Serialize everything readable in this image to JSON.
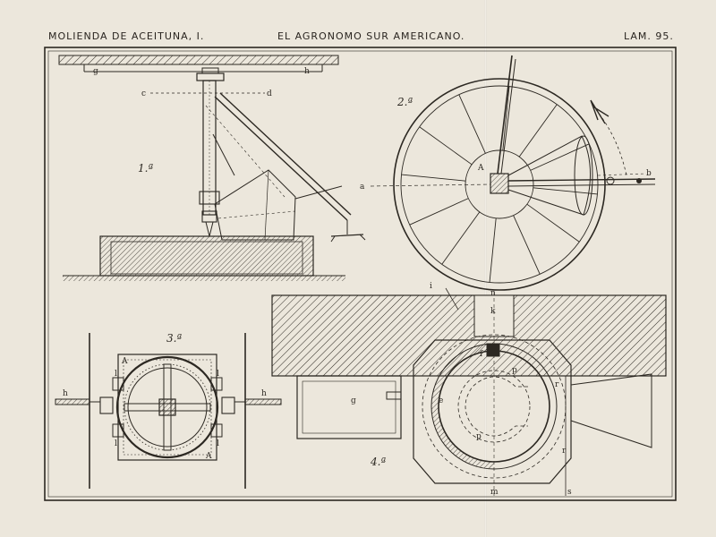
{
  "header": {
    "left": "MOLIENDA DE ACEITUNA, I.",
    "center": "EL AGRONOMO SUR AMERICANO.",
    "right": "LAM. 95."
  },
  "figures": {
    "fig1": {
      "number": "1.ª",
      "labels": {
        "g": "g",
        "h": "h",
        "c": "c",
        "d": "d"
      }
    },
    "fig2": {
      "number": "2.ª",
      "labels": {
        "A": "A",
        "a": "a",
        "b": "b"
      }
    },
    "fig3": {
      "number": "3.ª",
      "labels": {
        "A_top": "A",
        "A_bottom": "A",
        "h_left": "h",
        "h_right": "h",
        "l1": "l",
        "l2": "l",
        "l3": "l",
        "l4": "l"
      }
    },
    "fig4": {
      "number": "4.ª",
      "labels": {
        "i": "i",
        "n": "n",
        "k": "k",
        "g": "g",
        "e": "e",
        "f": "f",
        "p1": "p",
        "p2": "p",
        "r": "r",
        "r2": "r",
        "m": "m",
        "s": "s"
      }
    }
  },
  "colors": {
    "paper": "#ece7dc",
    "ink": "#2c2822"
  }
}
